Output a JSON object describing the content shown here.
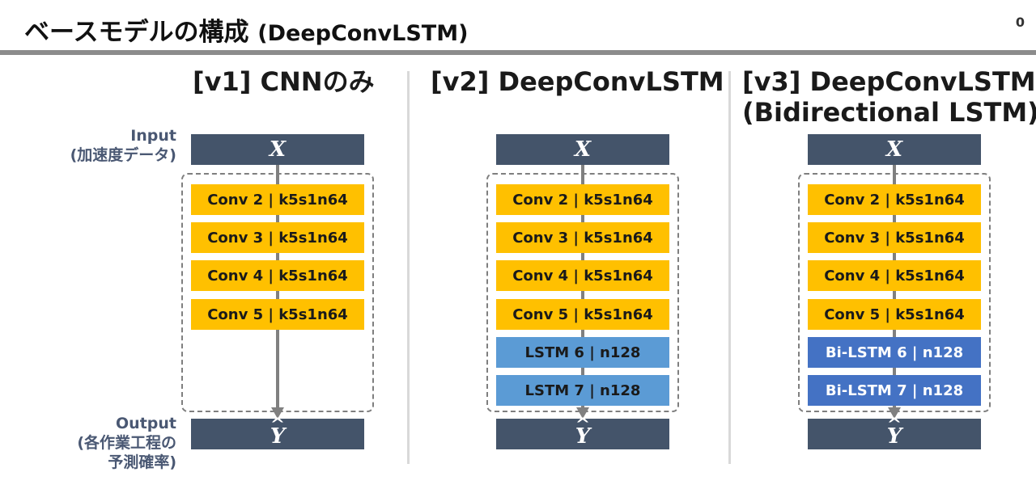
{
  "header": {
    "title_jp": "ベースモデルの構成",
    "title_en": "(DeepConvLSTM)",
    "page_number": "0"
  },
  "labels": {
    "input": "Input",
    "input_sub": "(加速度データ)",
    "output": "Output",
    "output_sub1": "(各作業工程の",
    "output_sub2": "予測確率)"
  },
  "io": {
    "input_symbol": "X",
    "output_symbol": "Y",
    "output_hat": "^"
  },
  "columns": [
    {
      "title_line1": "[v1] CNNのみ",
      "title_line2": "",
      "layers": [
        {
          "label": "Conv 2 | k5s1n64",
          "kind": "conv"
        },
        {
          "label": "Conv 3 | k5s1n64",
          "kind": "conv"
        },
        {
          "label": "Conv 4 | k5s1n64",
          "kind": "conv"
        },
        {
          "label": "Conv 5 | k5s1n64",
          "kind": "conv"
        }
      ]
    },
    {
      "title_line1": "[v2] DeepConvLSTM",
      "title_line2": "",
      "layers": [
        {
          "label": "Conv 2 | k5s1n64",
          "kind": "conv"
        },
        {
          "label": "Conv 3 | k5s1n64",
          "kind": "conv"
        },
        {
          "label": "Conv 4 | k5s1n64",
          "kind": "conv"
        },
        {
          "label": "Conv 5 | k5s1n64",
          "kind": "conv"
        },
        {
          "label": "LSTM 6 | n128",
          "kind": "lstm"
        },
        {
          "label": "LSTM 7 | n128",
          "kind": "lstm"
        }
      ]
    },
    {
      "title_line1": "[v3] DeepConvLSTM",
      "title_line2": "(Bidirectional LSTM)",
      "layers": [
        {
          "label": "Conv 2 | k5s1n64",
          "kind": "conv"
        },
        {
          "label": "Conv 3 | k5s1n64",
          "kind": "conv"
        },
        {
          "label": "Conv 4 | k5s1n64",
          "kind": "conv"
        },
        {
          "label": "Conv 5 | k5s1n64",
          "kind": "conv"
        },
        {
          "label": "Bi-LSTM 6 | n128",
          "kind": "bilstm"
        },
        {
          "label": "Bi-LSTM 7 | n128",
          "kind": "bilstm"
        }
      ]
    }
  ],
  "colors": {
    "conv": "#ffc000",
    "lstm": "#5b9bd5",
    "bilstm": "#4472c4",
    "io_box": "#44546a",
    "label_text": "#4a5873"
  }
}
